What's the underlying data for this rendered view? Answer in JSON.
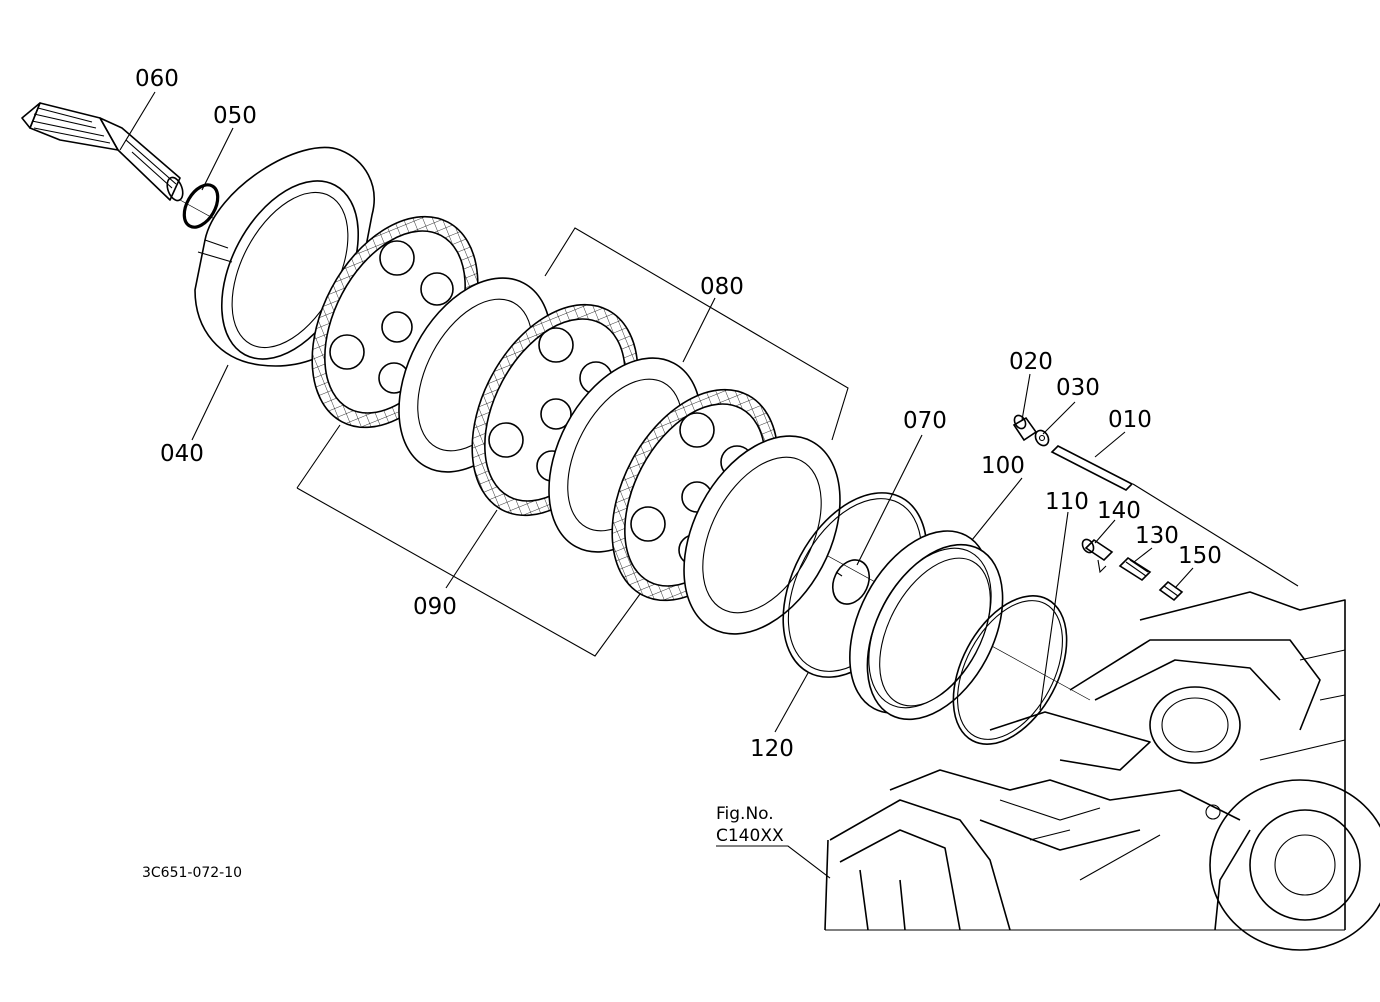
{
  "parts": [
    {
      "id": "p060",
      "label": "060"
    },
    {
      "id": "p050",
      "label": "050"
    },
    {
      "id": "p040",
      "label": "040"
    },
    {
      "id": "p080",
      "label": "080"
    },
    {
      "id": "p090",
      "label": "090"
    },
    {
      "id": "p070",
      "label": "070"
    },
    {
      "id": "p100",
      "label": "100"
    },
    {
      "id": "p110",
      "label": "110"
    },
    {
      "id": "p120",
      "label": "120"
    },
    {
      "id": "p020",
      "label": "020"
    },
    {
      "id": "p030",
      "label": "030"
    },
    {
      "id": "p010",
      "label": "010"
    },
    {
      "id": "p140",
      "label": "140"
    },
    {
      "id": "p130",
      "label": "130"
    },
    {
      "id": "p150",
      "label": "150"
    }
  ],
  "reference": {
    "line1": "Fig.No.",
    "line2": "C140XX"
  },
  "drawing_code": "3C651-072-10"
}
